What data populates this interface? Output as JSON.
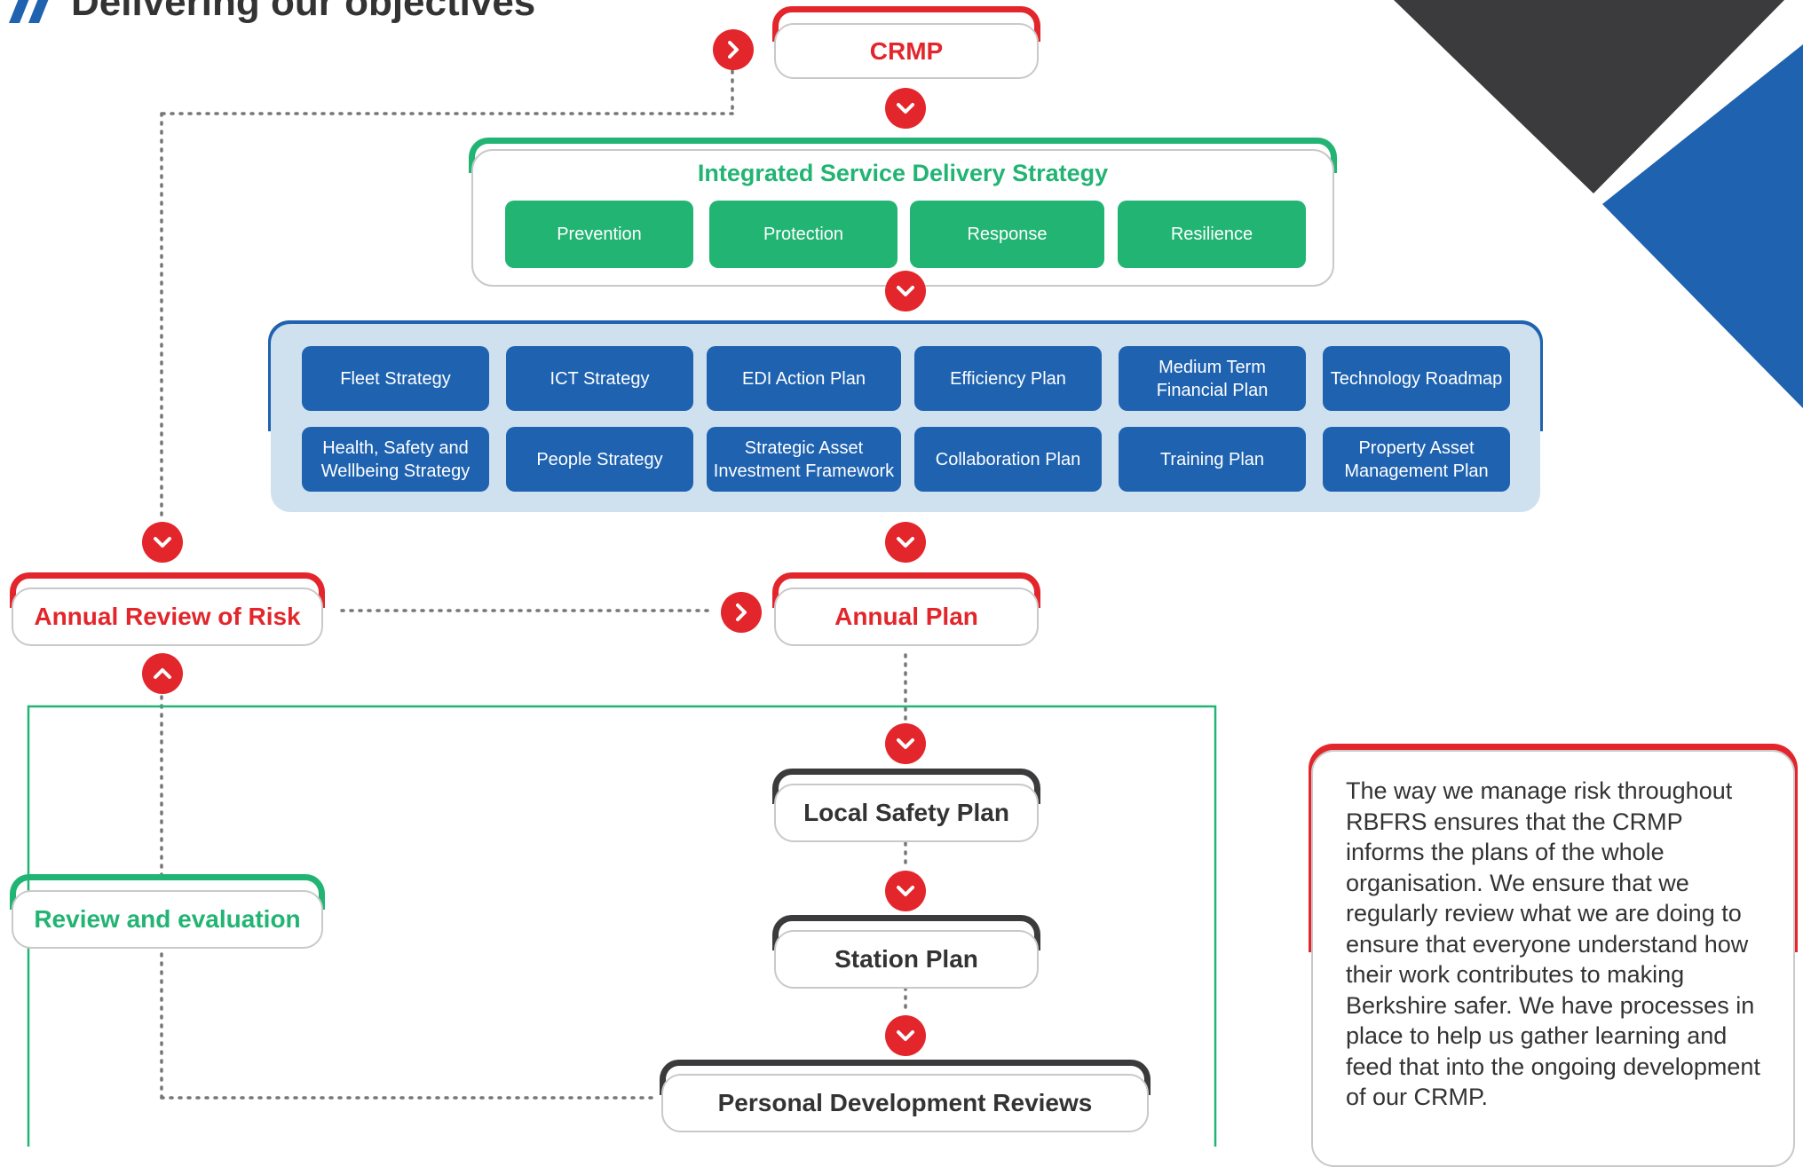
{
  "page": {
    "title": "Delivering our objectives"
  },
  "crmp": {
    "label": "CRMP"
  },
  "isds": {
    "title": "Integrated Service Delivery Strategy",
    "pillars": [
      "Prevention",
      "Protection",
      "Response",
      "Resilience"
    ]
  },
  "plans": {
    "row1": [
      "Fleet Strategy",
      "ICT Strategy",
      "EDI Action Plan",
      "Efficiency Plan",
      "Medium Term Financial Plan",
      "Technology Roadmap"
    ],
    "row2": [
      "Health, Safety and Wellbeing Strategy",
      "People Strategy",
      "Strategic Asset Investment Framework",
      "Collaboration Plan",
      "Training Plan",
      "Property Asset Management Plan"
    ]
  },
  "annual_review": {
    "label": "Annual Review of Risk"
  },
  "annual_plan": {
    "label": "Annual Plan"
  },
  "review_eval": {
    "label": "Review and evaluation"
  },
  "local_safety": {
    "label": "Local Safety Plan"
  },
  "station_plan": {
    "label": "Station Plan"
  },
  "pdr": {
    "label": "Personal Development Reviews"
  },
  "note": {
    "text": "The way we manage risk throughout RBFRS ensures that the CRMP informs the plans of the whole organisation. We ensure that we regularly review what we are doing to ensure that everyone understand how their work contributes to making Berkshire safer. We have processes in place to help us gather learning and feed that into the ongoing development of our CRMP."
  },
  "colors": {
    "red": "#e3262b",
    "green": "#22b473",
    "blue": "#1e62b0",
    "light_blue": "#cfe0ef",
    "dark": "#3b3b3d"
  }
}
